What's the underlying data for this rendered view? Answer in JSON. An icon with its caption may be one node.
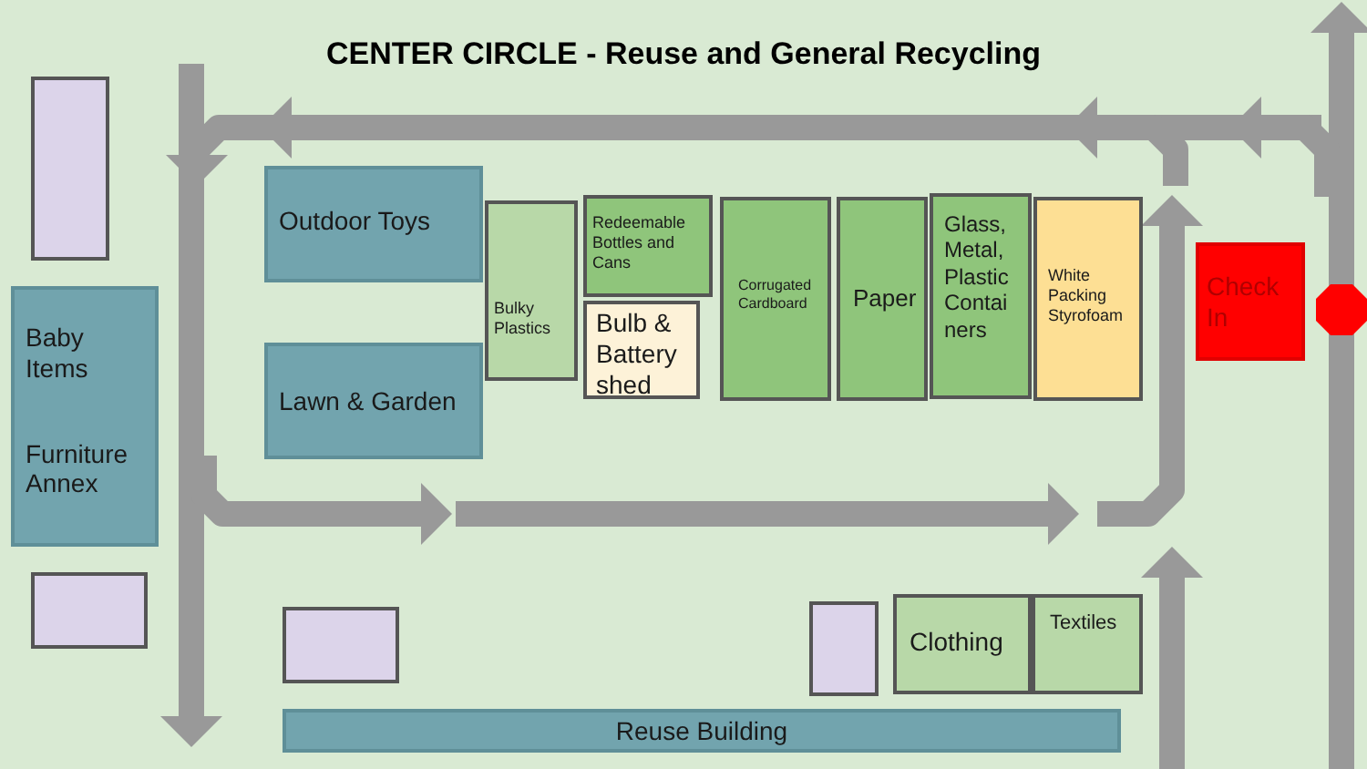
{
  "diagram": {
    "title": "CENTER CIRCLE - Reuse and General Recycling",
    "nodes": [
      {
        "text": [],
        "shape": "box"
      },
      {
        "text": [
          "Outdoor Toys"
        ]
      },
      {
        "text": [
          "Bulky Plastics"
        ]
      },
      {
        "text": [
          "Redeemable Bottles and Cans"
        ]
      },
      {
        "text": [
          "Corrugated Cardboard"
        ]
      },
      {
        "text": [
          "Paper"
        ]
      },
      {
        "text": [
          "Glass, Metal, Plastic Contai ners"
        ]
      },
      {
        "text": [
          "White Packing Styrofoam"
        ]
      },
      {
        "text": [
          "Check In"
        ]
      },
      {
        "text": [],
        "shape": "octagon"
      },
      {
        "text": [
          "Baby Items",
          "Furniture Annex"
        ]
      },
      {
        "text": [
          "Bulb & Battery shed"
        ]
      },
      {
        "text": [
          "Lawn & Garden"
        ]
      },
      {
        "text": [],
        "shape": "box"
      },
      {
        "text": [],
        "shape": "box"
      },
      {
        "text": [],
        "shape": "box"
      },
      {
        "text": [
          "Clothing"
        ]
      },
      {
        "text": [
          "Textiles"
        ]
      },
      {
        "text": [
          "Reuse Building"
        ]
      }
    ]
  }
}
